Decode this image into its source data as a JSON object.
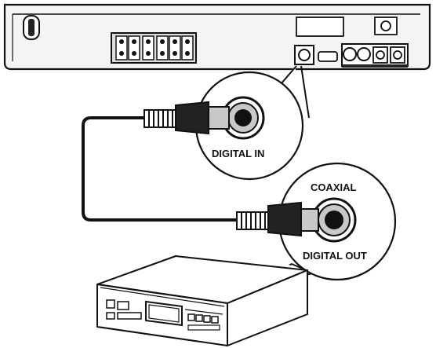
{
  "labels": {
    "digital_in": "DIGITAL IN",
    "coaxial": "COAXIAL",
    "digital_out": "DIGITAL OUT"
  },
  "colors": {
    "line": "#111111",
    "panel_fill": "#f4f4f4",
    "background": "#ffffff"
  }
}
